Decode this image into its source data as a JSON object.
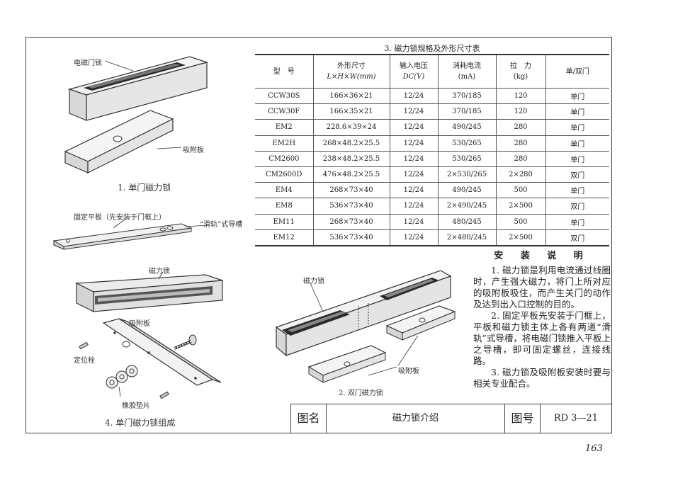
{
  "figures": {
    "fig1_caption": "1. 单门磁力锁",
    "fig1_label_lock": "电磁门锁",
    "fig1_label_plate": "吸附板",
    "fig2_caption": "2. 双门磁力锁",
    "fig2_label_lock": "磁力锁",
    "fig2_label_plate": "吸附板",
    "fig4_caption": "4. 单门磁力锁组成",
    "fig4_label_fixed_plate": "固定平板（先安装于门框上）",
    "fig4_label_rail": "“滑轨”式导槽",
    "fig4_label_lock": "磁力锁",
    "fig4_label_plate": "吸附板",
    "fig4_label_pin": "定位栓",
    "fig4_label_washer": "橡胶垫片"
  },
  "table": {
    "title": "3. 磁力锁规格及外形尺寸表",
    "headers": {
      "model": "型　号",
      "size_line1": "外形尺寸",
      "size_line2": "L×H×W(mm)",
      "voltage_line1": "输入电压",
      "voltage_line2": "DC(V)",
      "current_line1": "消耗电流",
      "current_line2": "(mA)",
      "force_line1": "拉　力",
      "force_line2": "(kg)",
      "door": "单/双门"
    },
    "rows": [
      {
        "model": "CCW30S",
        "size": "166×36×21",
        "voltage": "12/24",
        "current": "370/185",
        "force": "120",
        "door": "单门"
      },
      {
        "model": "CCW30F",
        "size": "166×35×21",
        "voltage": "12/24",
        "current": "370/185",
        "force": "120",
        "door": "单门"
      },
      {
        "model": "EM2",
        "size": "228.6×39×24",
        "voltage": "12/24",
        "current": "490/245",
        "force": "280",
        "door": "单门"
      },
      {
        "model": "EM2H",
        "size": "268×48.2×25.5",
        "voltage": "12/24",
        "current": "530/265",
        "force": "280",
        "door": "单门"
      },
      {
        "model": "CM2600",
        "size": "238×48.2×25.5",
        "voltage": "12/24",
        "current": "530/265",
        "force": "280",
        "door": "单门"
      },
      {
        "model": "CM2600D",
        "size": "476×48.2×25.5",
        "voltage": "12/24",
        "current": "2×530/265",
        "force": "2×280",
        "door": "双门"
      },
      {
        "model": "EM4",
        "size": "268×73×40",
        "voltage": "12/24",
        "current": "490/245",
        "force": "500",
        "door": "单门"
      },
      {
        "model": "EM8",
        "size": "536×73×40",
        "voltage": "12/24",
        "current": "2×490/245",
        "force": "2×500",
        "door": "双门"
      },
      {
        "model": "EM11",
        "size": "268×73×40",
        "voltage": "12/24",
        "current": "480/245",
        "force": "500",
        "door": "单门"
      },
      {
        "model": "EM12",
        "size": "536×73×40",
        "voltage": "12/24",
        "current": "2×480/245",
        "force": "2×500",
        "door": "双门"
      }
    ]
  },
  "notes": {
    "title": "安 装 说 明",
    "p1": "1. 磁力锁是利用电流通过线圈时，产生强大磁力，将门上所对应的吸附板吸住，而产生关门的动作及达到出入口控制的目的。",
    "p2": "2. 固定平板先安装于门框上，平板和磁力锁主体上各有两道“滑轨”式导槽，将电磁门锁推入平板上之导槽，即可固定螺丝，连接线路。",
    "p3": "3. 磁力锁及吸附板安装时要与相关专业配合。"
  },
  "title_block": {
    "name_label": "图名",
    "name_value": "磁力锁介绍",
    "number_label": "图号",
    "number_value": "RD 3—21"
  },
  "page_number": "163"
}
